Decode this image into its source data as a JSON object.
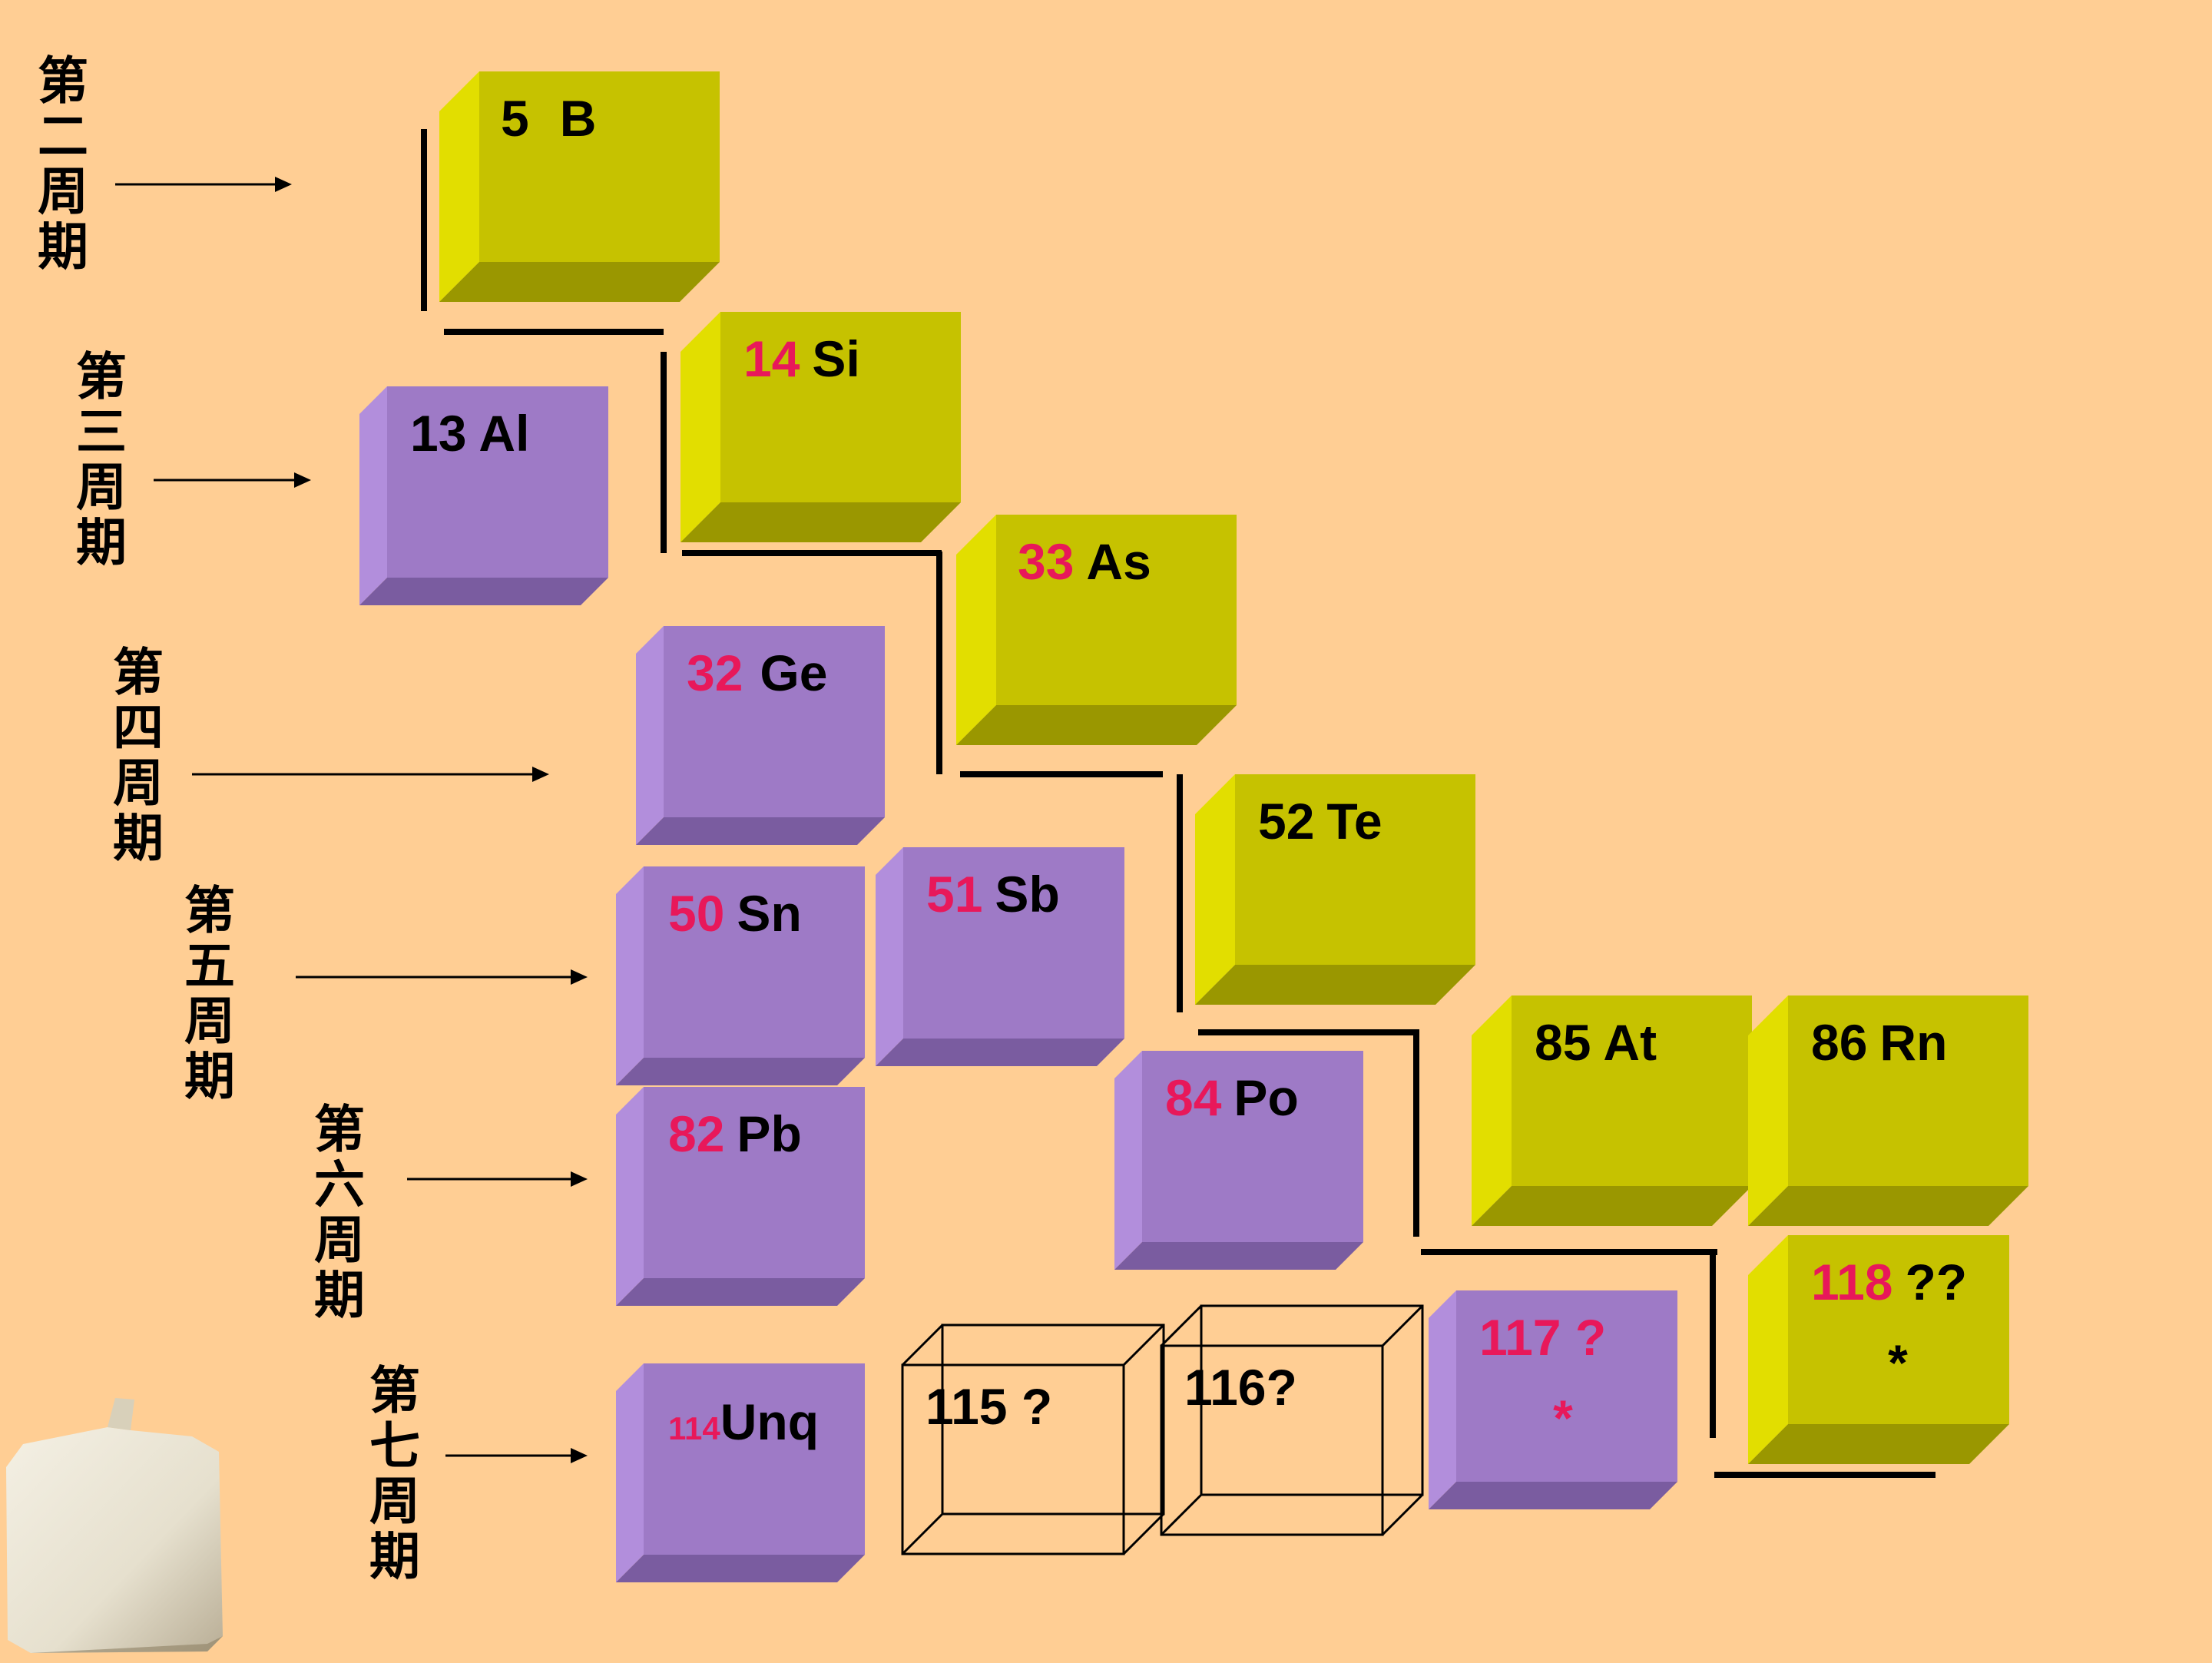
{
  "periods": [
    {
      "id": "p2",
      "text": "第二周期"
    },
    {
      "id": "p3",
      "text": "第三周期"
    },
    {
      "id": "p4",
      "text": "第四周期"
    },
    {
      "id": "p5",
      "text": "第五周期"
    },
    {
      "id": "p6",
      "text": "第六周期"
    },
    {
      "id": "p7",
      "text": "第七周期"
    }
  ],
  "elements": [
    {
      "id": "b",
      "number": "5",
      "symbol": "B",
      "kind": "nonmetal",
      "number_color": "black"
    },
    {
      "id": "si",
      "number": "14",
      "symbol": "Si",
      "kind": "nonmetal",
      "number_color": "pink"
    },
    {
      "id": "al",
      "number": "13",
      "symbol": "Al",
      "kind": "metal",
      "number_color": "black"
    },
    {
      "id": "as",
      "number": "33",
      "symbol": "As",
      "kind": "nonmetal",
      "number_color": "pink"
    },
    {
      "id": "ge",
      "number": "32",
      "symbol": "Ge",
      "kind": "metal",
      "number_color": "pink"
    },
    {
      "id": "te",
      "number": "52",
      "symbol": "Te",
      "kind": "nonmetal",
      "number_color": "black"
    },
    {
      "id": "sn",
      "number": "50",
      "symbol": "Sn",
      "kind": "metal",
      "number_color": "pink"
    },
    {
      "id": "sb",
      "number": "51",
      "symbol": "Sb",
      "kind": "metal",
      "number_color": "pink"
    },
    {
      "id": "at",
      "number": "85",
      "symbol": "At",
      "kind": "nonmetal",
      "number_color": "black"
    },
    {
      "id": "rn",
      "number": "86",
      "symbol": "Rn",
      "kind": "nonmetal",
      "number_color": "black"
    },
    {
      "id": "pb",
      "number": "82",
      "symbol": "Pb",
      "kind": "metal",
      "number_color": "pink"
    },
    {
      "id": "po",
      "number": "84",
      "symbol": "Po",
      "kind": "metal",
      "number_color": "pink"
    },
    {
      "id": "rn118",
      "number": "118",
      "symbol": "??",
      "kind": "nonmetal",
      "number_color": "pink",
      "note": "*"
    },
    {
      "id": "e117",
      "number": "117 ?",
      "symbol": "",
      "kind": "metal",
      "number_color": "pink",
      "note": "*"
    },
    {
      "id": "unq",
      "number": "114",
      "symbol": "Unq",
      "kind": "metal",
      "number_color": "pink"
    },
    {
      "id": "e115",
      "number": "",
      "symbol": "115 ?",
      "kind": "empty",
      "number_color": "black"
    },
    {
      "id": "e116",
      "number": "",
      "symbol": "116?",
      "kind": "empty",
      "number_color": "black"
    }
  ],
  "colors": {
    "background": "#FFCE94",
    "nonmetal_front": "#C6C200",
    "nonmetal_side": "#E2DE00",
    "nonmetal_bottom": "#9A9700",
    "metal_front": "#9E7AC6",
    "metal_side": "#B28EDC",
    "metal_bottom": "#7A5CA0",
    "number_pink": "#E8185A"
  }
}
